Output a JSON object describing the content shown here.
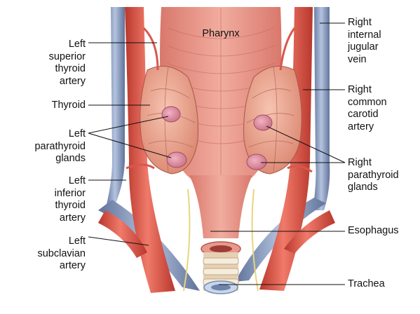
{
  "labels": {
    "pharynx": "Pharynx",
    "left_superior_thyroid_artery": "Left\nsuperior\nthyroid\nartery",
    "thyroid": "Thyroid",
    "left_parathyroid_glands": "Left\nparathyroid\nglands",
    "left_inferior_thyroid_artery": "Left\ninferior\nthyroid\nartery",
    "left_subclavian_artery": "Left\nsubclavian\nartery",
    "right_internal_jugular_vein": "Right\ninternal\njugular\nvein",
    "right_common_carotid_artery": "Right\ncommon\ncarotid\nartery",
    "right_parathyroid_glands": "Right\nparathyroid\nglands",
    "esophagus": "Esophagus",
    "trachea": "Trachea"
  },
  "colors": {
    "artery": "#e2584a",
    "artery_dark": "#b8372c",
    "vein": "#8da0c4",
    "vein_dark": "#5f7299",
    "muscle": "#e7978a",
    "muscle_light": "#f2b4a6",
    "thyroid": "#eaa58e",
    "parathyroid": "#d9879b",
    "nerve": "#ecd98a",
    "leader": "#111111"
  }
}
